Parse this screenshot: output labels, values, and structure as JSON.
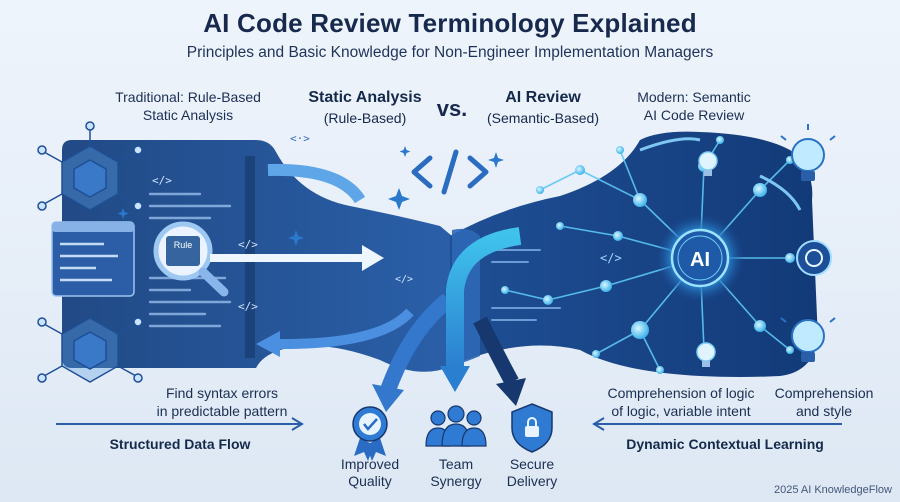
{
  "header": {
    "title": "AI Code Review Terminology Explained",
    "subtitle": "Principles and Basic Knowledge for Non-Engineer Implementation Managers"
  },
  "left": {
    "caption_line1": "Traditional: Rule-Based",
    "caption_line2": "Static Analysis",
    "magnifier_text": "Rule",
    "desc_line1": "Find syntax errors",
    "desc_line2": "in predictable pattern",
    "flow_label": "Structured Data Flow"
  },
  "center": {
    "static_line1": "Static Analysis",
    "static_line2": "(Rule-Based)",
    "vs": "vs.",
    "ai_line1": "AI Review",
    "ai_line2": "(Semantic-Based)",
    "code_glyph": "</>"
  },
  "right": {
    "caption_line1": "Modern: Semantic",
    "caption_line2": "AI Code Review",
    "chip_text": "AI",
    "desc1_line1": "Comprehension of logic",
    "desc1_line2": "of logic, variable intent",
    "desc2_line1": "Comprehension",
    "desc2_line2": "and style",
    "flow_label": "Dynamic Contextual Learning"
  },
  "benefits": [
    {
      "line1": "Improved",
      "line2": "Quality",
      "icon": "quality-badge-icon"
    },
    {
      "line1": "Team",
      "line2": "Synergy",
      "icon": "team-icon"
    },
    {
      "line1": "Secure",
      "line2": "Delivery",
      "icon": "shield-lock-icon"
    }
  ],
  "footer": {
    "credit": "2025 AI KnowledgeFlow"
  },
  "colors": {
    "navy": "#17294d",
    "dark_panel": "#1d3f78",
    "mid_blue": "#2c64b4",
    "cyan": "#39b8e8",
    "glow": "#7fd6ff"
  }
}
